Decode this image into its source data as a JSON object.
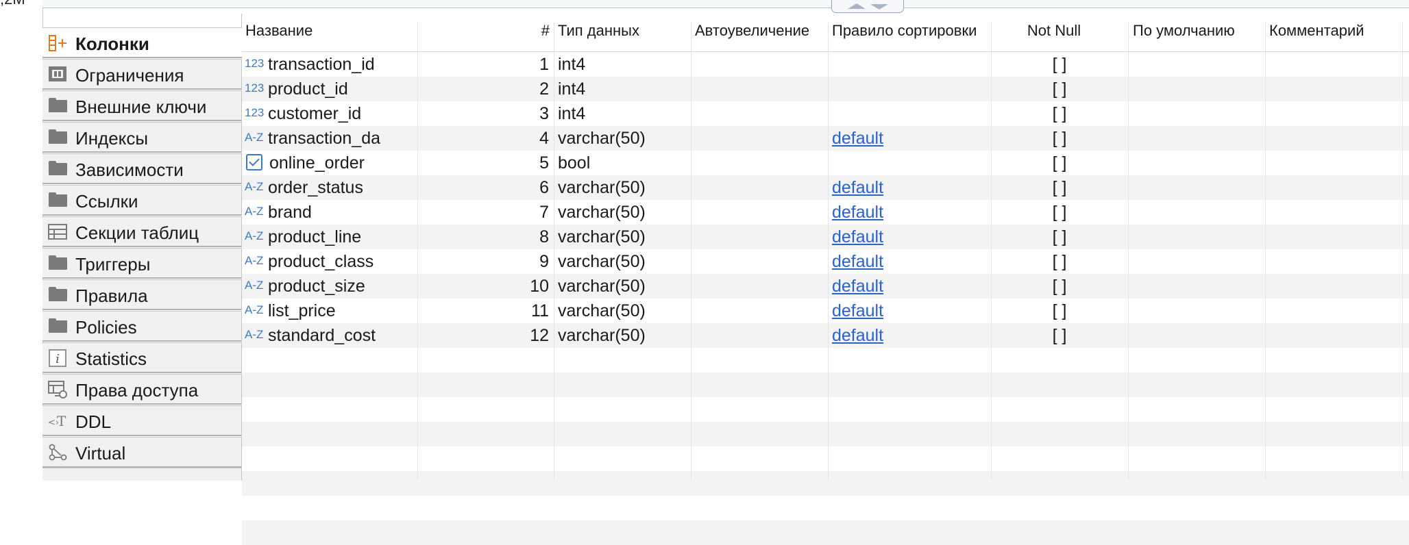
{
  "fragment_text": ",2M",
  "tabs": [
    {
      "label": "Колонки",
      "icon": "columns-add-icon",
      "active": true
    },
    {
      "label": "Ограничения",
      "icon": "constraint-icon"
    },
    {
      "label": "Внешние ключи",
      "icon": "folder-icon"
    },
    {
      "label": "Индексы",
      "icon": "folder-icon"
    },
    {
      "label": "Зависимости",
      "icon": "folder-icon"
    },
    {
      "label": "Ссылки",
      "icon": "folder-icon"
    },
    {
      "label": "Секции таблиц",
      "icon": "table-partitions-icon"
    },
    {
      "label": "Триггеры",
      "icon": "folder-icon"
    },
    {
      "label": "Правила",
      "icon": "folder-icon"
    },
    {
      "label": "Policies",
      "icon": "folder-icon"
    },
    {
      "label": "Statistics",
      "icon": "info-icon"
    },
    {
      "label": "Права доступа",
      "icon": "permissions-icon"
    },
    {
      "label": "DDL",
      "icon": "ddl-icon"
    },
    {
      "label": "Virtual",
      "icon": "virtual-icon"
    }
  ],
  "columns": {
    "name": "Название",
    "num": "#",
    "type": "Тип данных",
    "autoinc": "Автоувеличение",
    "collation": "Правило сортировки",
    "notnull": "Not Null",
    "default": "По умолчанию",
    "comment": "Комментарий"
  },
  "rows": [
    {
      "icon": "123",
      "name": "transaction_id",
      "num": "1",
      "type": "int4",
      "collation": "",
      "notnull": "[ ]"
    },
    {
      "icon": "123",
      "name": "product_id",
      "num": "2",
      "type": "int4",
      "collation": "",
      "notnull": "[ ]"
    },
    {
      "icon": "123",
      "name": "customer_id",
      "num": "3",
      "type": "int4",
      "collation": "",
      "notnull": "[ ]"
    },
    {
      "icon": "A-Z",
      "name": "transaction_da",
      "num": "4",
      "type": "varchar(50)",
      "collation": "default",
      "notnull": "[ ]"
    },
    {
      "icon": "check",
      "name": "online_order",
      "num": "5",
      "type": "bool",
      "collation": "",
      "notnull": "[ ]"
    },
    {
      "icon": "A-Z",
      "name": "order_status",
      "num": "6",
      "type": "varchar(50)",
      "collation": "default",
      "notnull": "[ ]"
    },
    {
      "icon": "A-Z",
      "name": "brand",
      "num": "7",
      "type": "varchar(50)",
      "collation": "default",
      "notnull": "[ ]"
    },
    {
      "icon": "A-Z",
      "name": "product_line",
      "num": "8",
      "type": "varchar(50)",
      "collation": "default",
      "notnull": "[ ]"
    },
    {
      "icon": "A-Z",
      "name": "product_class",
      "num": "9",
      "type": "varchar(50)",
      "collation": "default",
      "notnull": "[ ]"
    },
    {
      "icon": "A-Z",
      "name": "product_size",
      "num": "10",
      "type": "varchar(50)",
      "collation": "default",
      "notnull": "[ ]"
    },
    {
      "icon": "A-Z",
      "name": "list_price",
      "num": "11",
      "type": "varchar(50)",
      "collation": "default",
      "notnull": "[ ]"
    },
    {
      "icon": "A-Z",
      "name": "standard_cost",
      "num": "12",
      "type": "varchar(50)",
      "collation": "default",
      "notnull": "[ ]"
    }
  ],
  "colors": {
    "link": "#2a62c9",
    "type_icon": "#3a79c8",
    "accent_icon": "#e07a1f"
  }
}
